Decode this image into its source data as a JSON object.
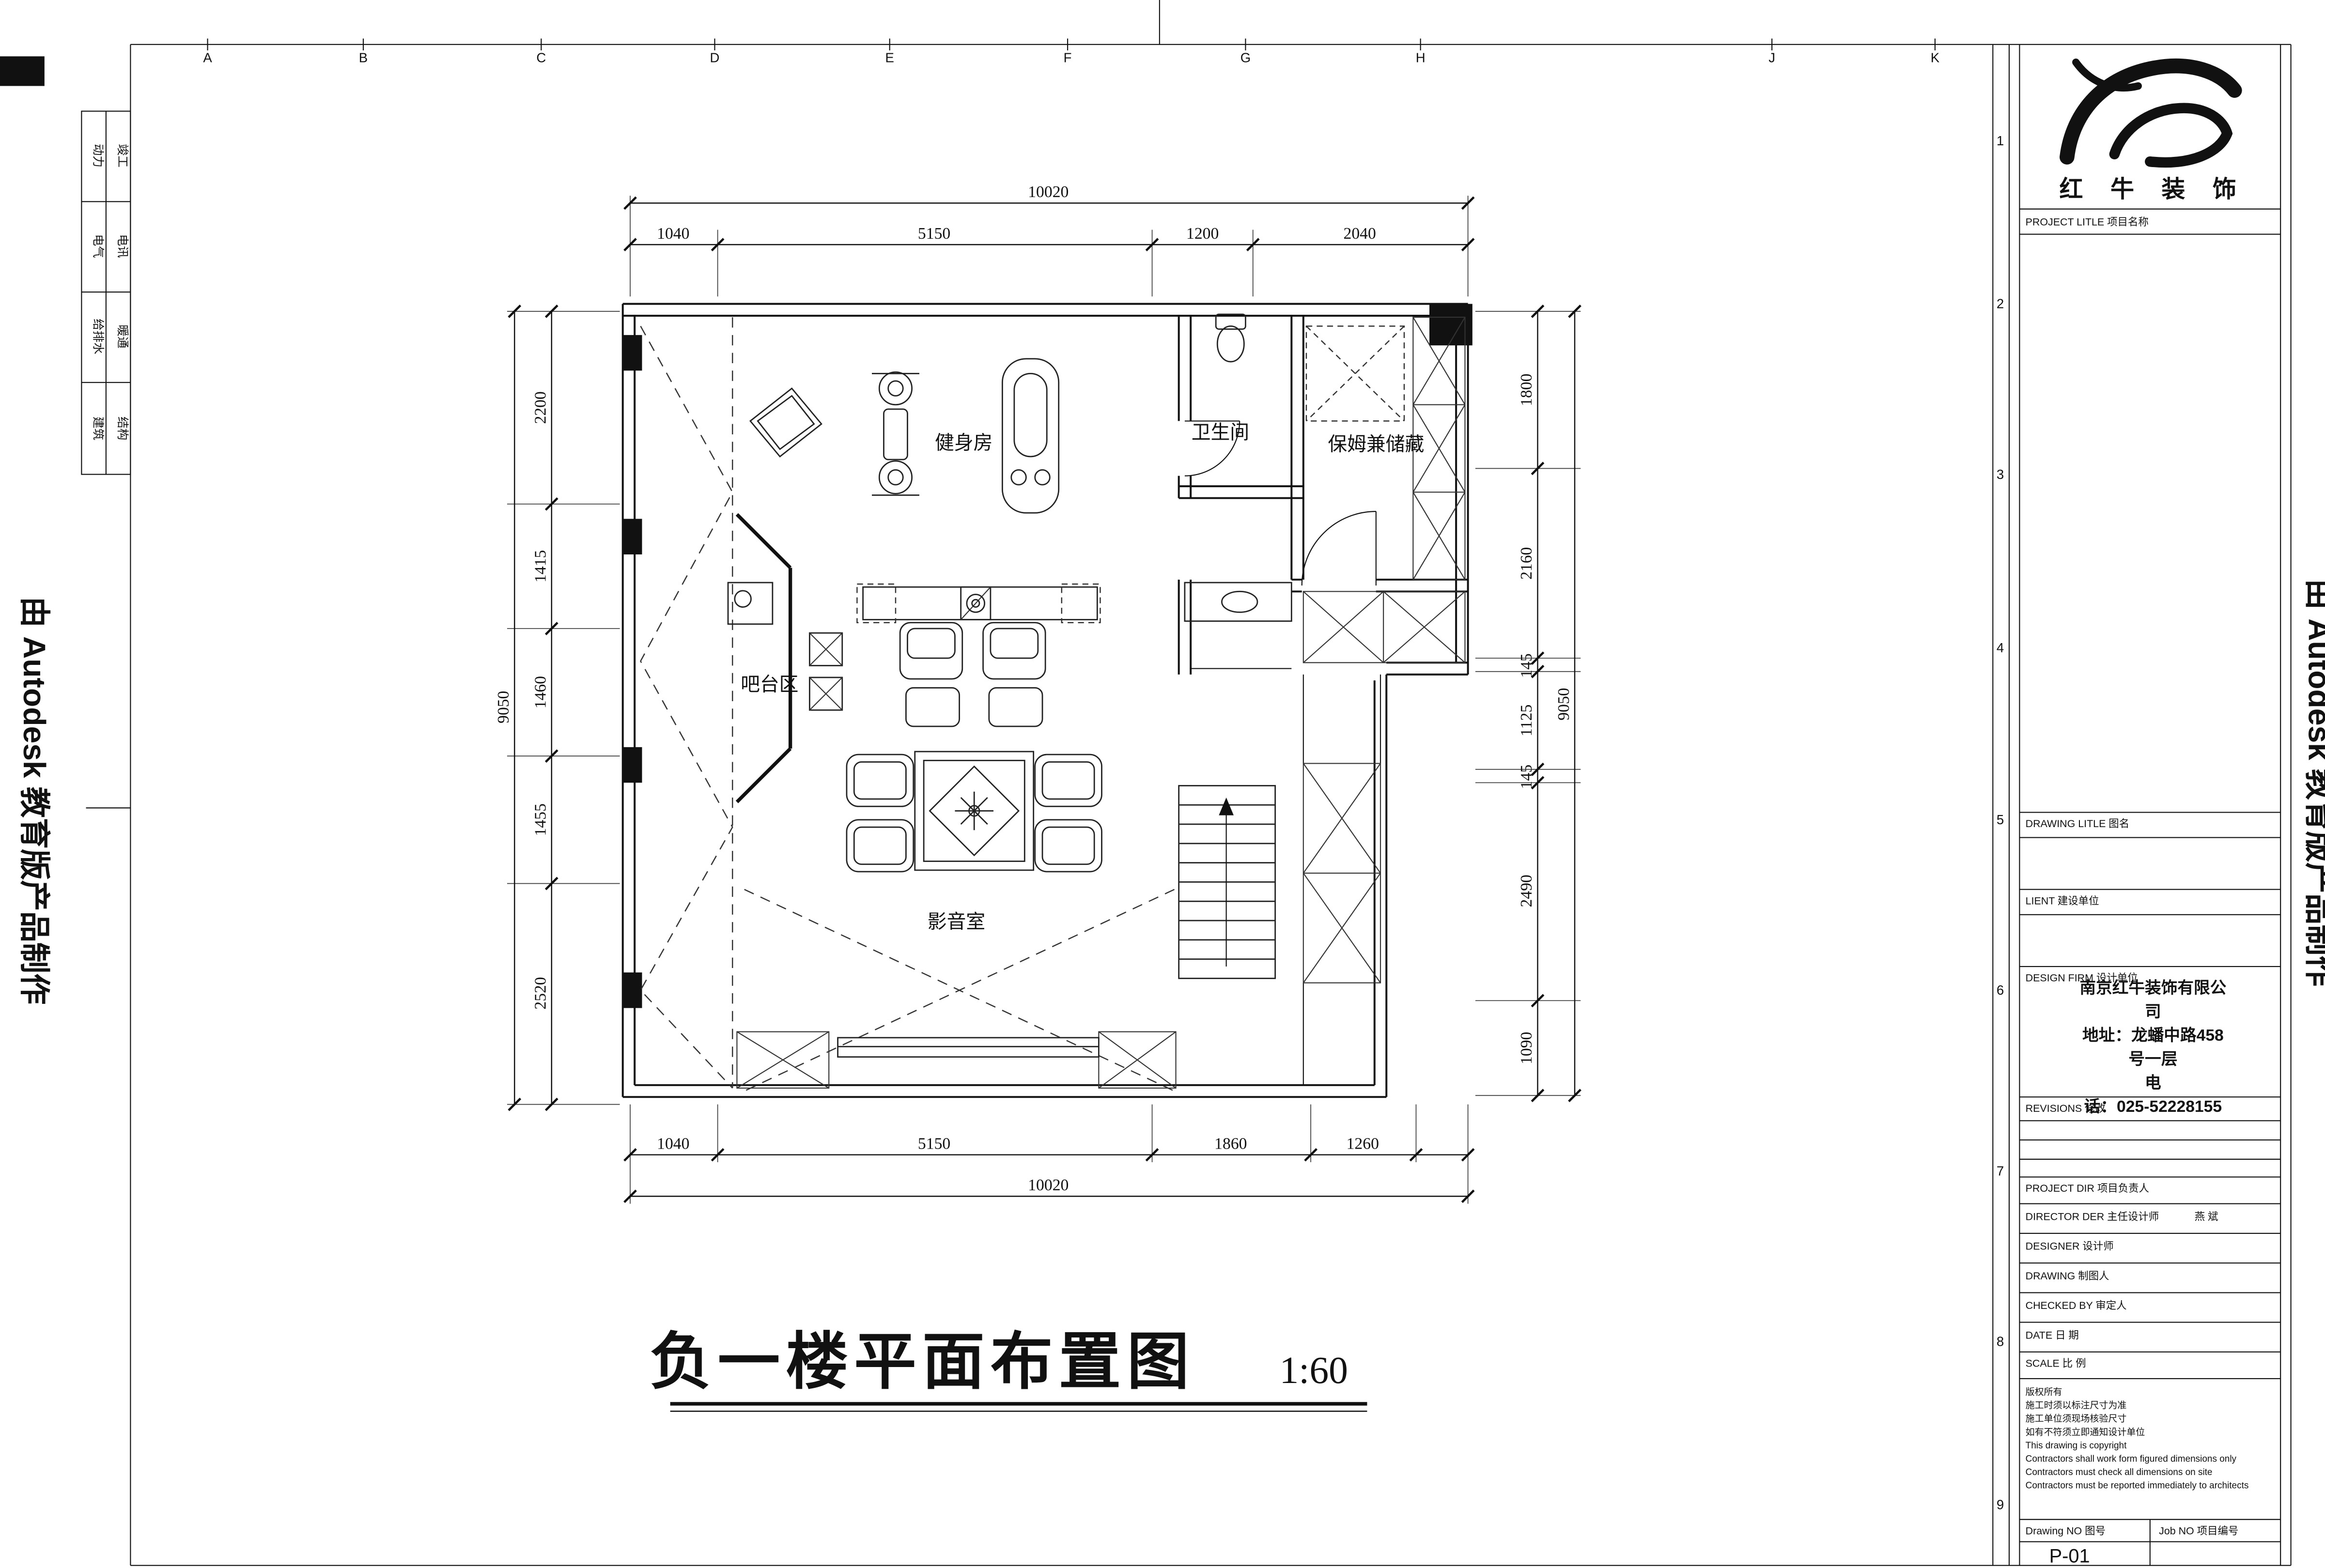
{
  "colors": {
    "ink": "#111111"
  },
  "watermarks": {
    "left": "由 Autodesk 教育版产品制作",
    "right": "由 Autodesk 教育版产品制作"
  },
  "grid_columns": [
    "A",
    "B",
    "C",
    "D",
    "E",
    "F",
    "G",
    "H",
    "J",
    "K"
  ],
  "grid_rows": [
    "1",
    "2",
    "3",
    "4",
    "5",
    "6",
    "7",
    "8",
    "9"
  ],
  "disciplines": [
    [
      "动力",
      "竣工"
    ],
    [
      "电气",
      "电讯"
    ],
    [
      "给排水",
      "暖通"
    ],
    [
      "建筑",
      "结构"
    ]
  ],
  "brand": {
    "name": "红 牛 装 饰"
  },
  "plan": {
    "title": "负一楼平面布置图",
    "scale": "1:60",
    "rooms": [
      "健身房",
      "卫生间",
      "保姆兼储藏",
      "吧台区",
      "影音室"
    ],
    "dims": {
      "top_total": "10020",
      "top": [
        "1040",
        "5150",
        "1200",
        "2040"
      ],
      "bottom": [
        "1040",
        "5150",
        "1860",
        "1260"
      ],
      "bottom_total": "10020",
      "left": [
        "2200",
        "1415",
        "1460",
        "1455",
        "2520"
      ],
      "left_total": "9050",
      "right": [
        "1800",
        "2160",
        "145",
        "1125",
        "145",
        "2490",
        "1090"
      ],
      "right_total": "9050"
    }
  },
  "titleblock": {
    "project_title_label": "PROJECT LITLE  项目名称",
    "drawing_title_label": "DRAWING LITLE  图名",
    "client_label": "LIENT  建设单位",
    "design_firm_label": "DESIGN FIRM  设计单位",
    "company_lines": [
      "南京红牛装饰有限公",
      "司",
      "地址：龙蟠中路458",
      "号一层",
      "电",
      "话：025-52228155"
    ],
    "revisions_label": "REVISIONS  修改",
    "project_dir_label": "PROJECT DIR  项目负责人",
    "director_label": "DIRECTOR DER 主任设计师",
    "director_name": "燕 斌",
    "designer_label": "DESIGNER  设计师",
    "drawing_label": "DRAWING  制图人",
    "checked_label": "CHECKED BY  审定人",
    "date_label": "DATE  日 期",
    "scale_label": "SCALE  比 例",
    "copyright_lines": [
      "版权所有",
      "施工时须以标注尺寸为准",
      "施工单位须现场核验尺寸",
      "如有不符须立即通知设计单位",
      "This drawing is copyright",
      "Contractors shall work form figured dimensions only",
      "Contractors must check all dimensions on site",
      "Contractors must be reported immediately to architects"
    ],
    "drawing_no_label": "Drawing NO  图号",
    "job_no_label": "Job NO  项目编号",
    "drawing_no": "P-01"
  }
}
